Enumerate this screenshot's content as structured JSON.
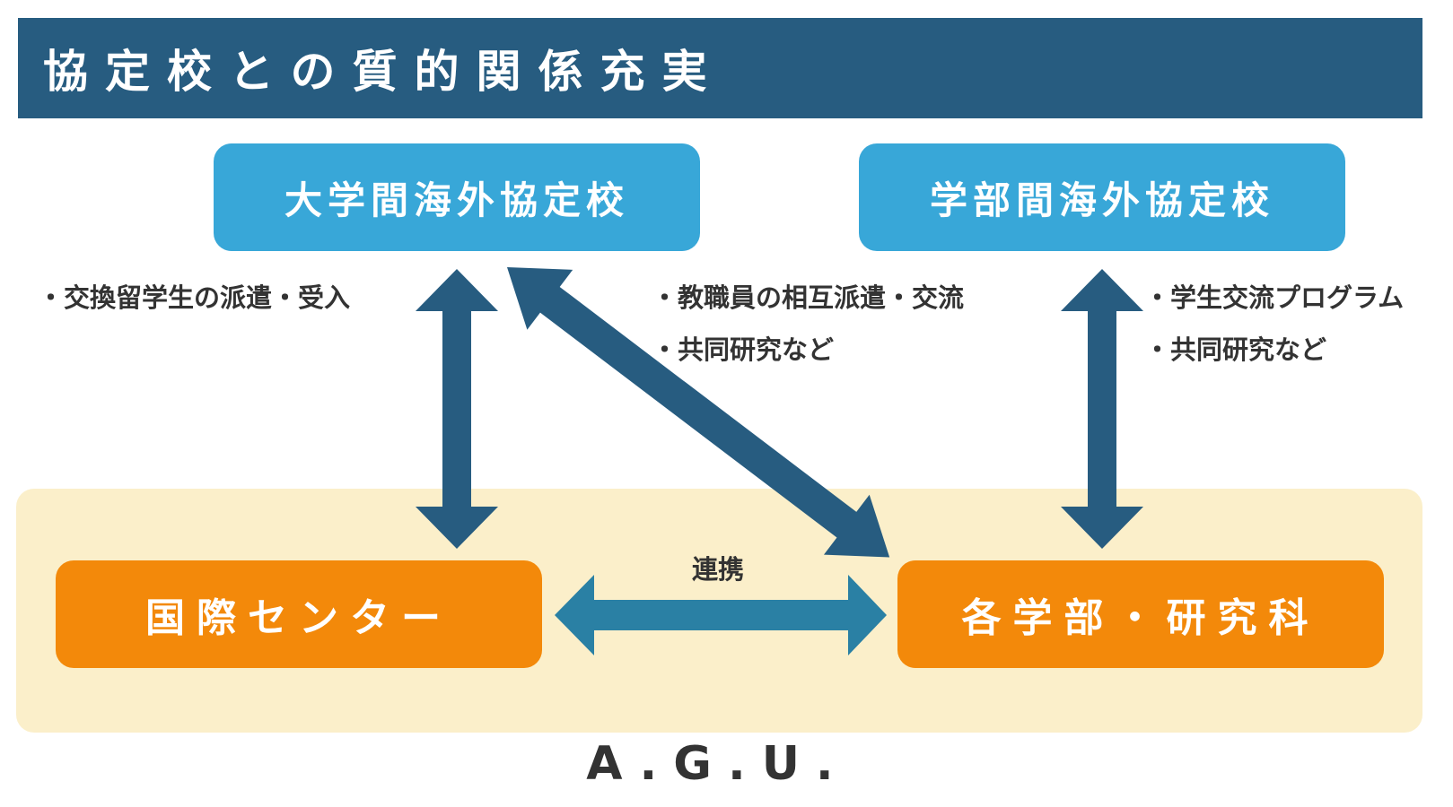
{
  "title": "協定校との質的関係充実",
  "boxes": {
    "university_partners": "大学間海外協定校",
    "faculty_partners": "学部間海外協定校",
    "international_center": "国際センター",
    "faculties": "各学部・研究科"
  },
  "notes": {
    "left": [
      "交換留学生の派遣・受入"
    ],
    "middle": [
      "教職員の相互派遣・交流",
      "共同研究など"
    ],
    "right": [
      "学生交流プログラム",
      "共同研究など"
    ]
  },
  "link_label": "連携",
  "agu_label": "A.G.U.",
  "colors": {
    "title_bar": "#275c80",
    "blue_box": "#38a7d8",
    "orange_box": "#f3890a",
    "agu_area": "#fbefca",
    "arrow_dark": "#275c80",
    "arrow_teal": "#2a80a4"
  }
}
